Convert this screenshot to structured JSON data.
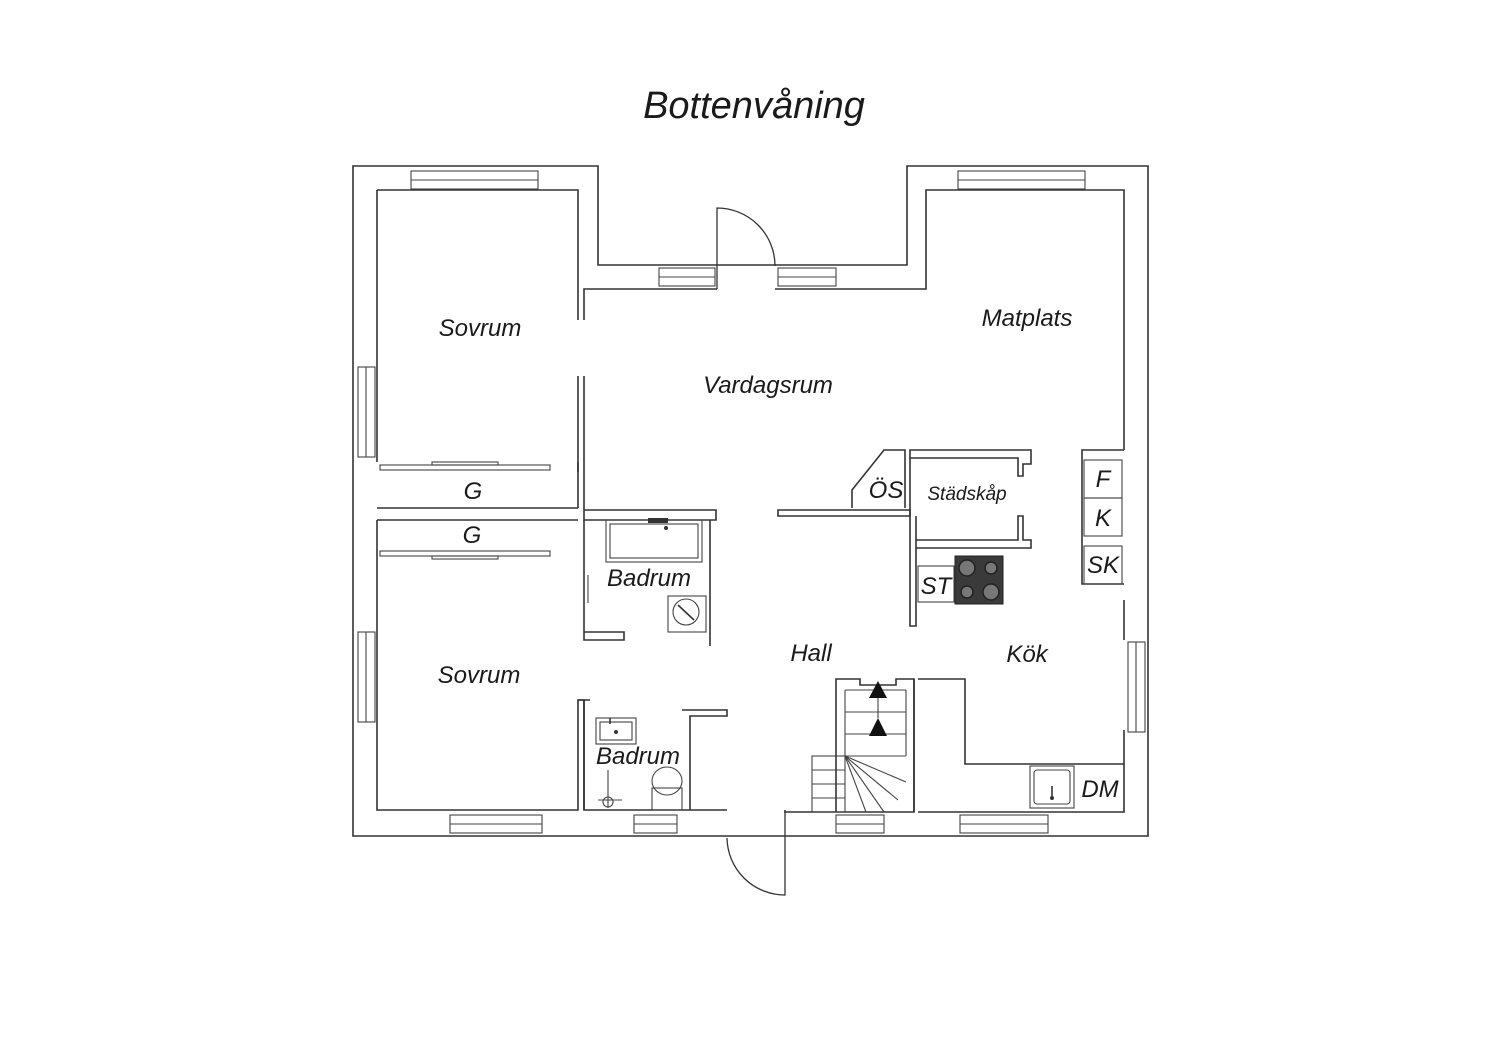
{
  "title": "Bottenvåning",
  "rooms": {
    "sovrum_top": "Sovrum",
    "sovrum_bottom": "Sovrum",
    "vardagsrum": "Vardagsrum",
    "matplats": "Matplats",
    "hall": "Hall",
    "kok": "Kök",
    "badrum_upper": "Badrum",
    "badrum_lower": "Badrum",
    "stadskap": "Städskåp",
    "closet_top": "G",
    "closet_bottom": "G"
  },
  "fixtures": {
    "os": "ÖS",
    "st": "ST",
    "f": "F",
    "k": "K",
    "sk": "SK",
    "dm": "DM"
  },
  "colors": {
    "wall": "#333333",
    "background": "#ffffff",
    "stove": "#3a3a3a"
  }
}
